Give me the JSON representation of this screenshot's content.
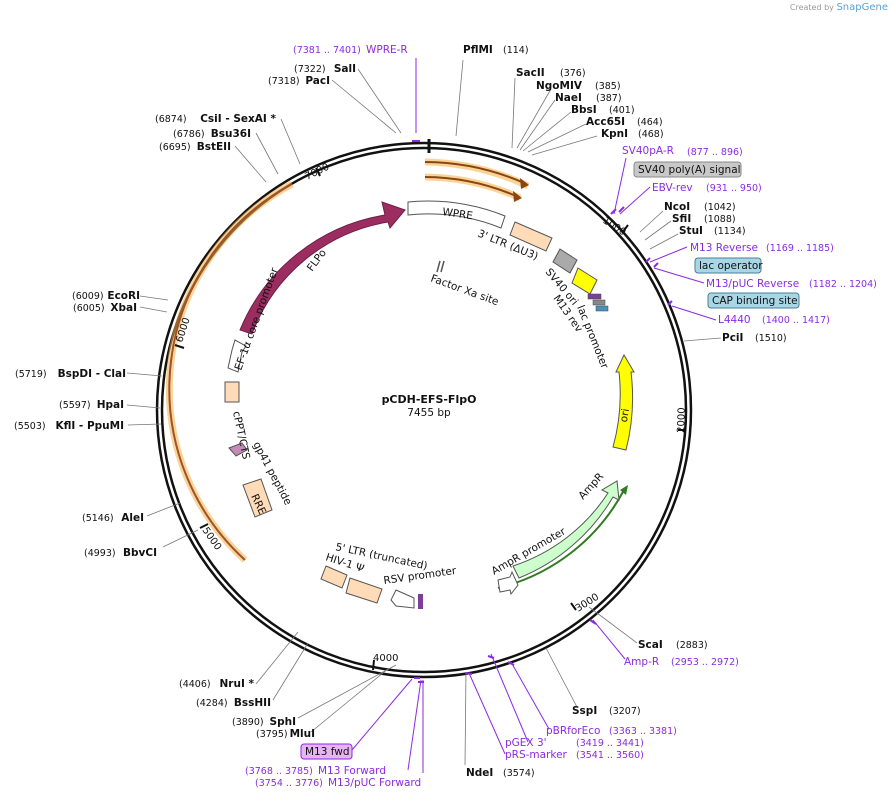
{
  "watermark": {
    "created_by": "Created by",
    "brand": "SnapGene"
  },
  "plasmid": {
    "name": "pCDH-EFS-FlpO",
    "size": "7455 bp"
  },
  "ticks": [
    "1000",
    "2000",
    "3000",
    "4000",
    "5000",
    "6000",
    "7000"
  ],
  "enzymes": [
    {
      "name": "PflMI",
      "pos": "(114)"
    },
    {
      "name": "SacII",
      "pos": "(376)"
    },
    {
      "name": "NgoMIV",
      "pos": "(385)"
    },
    {
      "name": "NaeI",
      "pos": "(387)"
    },
    {
      "name": "BbsI",
      "pos": "(401)"
    },
    {
      "name": "Acc65I",
      "pos": "(464)"
    },
    {
      "name": "KpnI",
      "pos": "(468)"
    },
    {
      "name": "NcoI",
      "pos": "(1042)"
    },
    {
      "name": "SfiI",
      "pos": "(1088)"
    },
    {
      "name": "StuI",
      "pos": "(1134)"
    },
    {
      "name": "PciI",
      "pos": "(1510)"
    },
    {
      "name": "ScaI",
      "pos": "(2883)"
    },
    {
      "name": "SspI",
      "pos": "(3207)"
    },
    {
      "name": "NdeI",
      "pos": "(3574)"
    },
    {
      "name": "MluI",
      "pos": "(3795)"
    },
    {
      "name": "SphI",
      "pos": "(3890)"
    },
    {
      "name": "BssHII",
      "pos": "(4284)"
    },
    {
      "name": "NruI *",
      "pos": "(4406)"
    },
    {
      "name": "BbvCI",
      "pos": "(4993)"
    },
    {
      "name": "AleI",
      "pos": "(5146)"
    },
    {
      "name": "KflI  - PpuMI",
      "pos": "(5503)"
    },
    {
      "name": "HpaI",
      "pos": "(5597)"
    },
    {
      "name": "BspDI  - ClaI",
      "pos": "(5719)"
    },
    {
      "name": "XbaI",
      "pos": "(6005)"
    },
    {
      "name": "EcoRI",
      "pos": "(6009)"
    },
    {
      "name": "BstEII",
      "pos": "(6695)"
    },
    {
      "name": "Bsu36I",
      "pos": "(6786)"
    },
    {
      "name": "CsiI  - SexAI *",
      "pos": "(6874)"
    },
    {
      "name": "PacI",
      "pos": "(7318)"
    },
    {
      "name": "SalI",
      "pos": "(7322)"
    }
  ],
  "primers": [
    {
      "name": "WPRE-R",
      "pos": "(7381 .. 7401)"
    },
    {
      "name": "SV40pA-R",
      "pos": "(877 .. 896)"
    },
    {
      "name": "EBV-rev",
      "pos": "(931 .. 950)"
    },
    {
      "name": "M13 Reverse",
      "pos": "(1169 .. 1185)"
    },
    {
      "name": "M13/pUC Reverse",
      "pos": "(1182 .. 1204)"
    },
    {
      "name": "L4440",
      "pos": "(1400 .. 1417)"
    },
    {
      "name": "Amp-R",
      "pos": "(2953 .. 2972)"
    },
    {
      "name": "pBRforEco",
      "pos": "(3363 .. 3381)"
    },
    {
      "name": "pGEX 3'",
      "pos": "(3419 .. 3441)"
    },
    {
      "name": "pRS-marker",
      "pos": "(3541 .. 3560)"
    },
    {
      "name": "M13 fwd",
      "pos": ""
    },
    {
      "name": "M13 Forward",
      "pos": "(3768 .. 3785)"
    },
    {
      "name": "M13/pUC Forward",
      "pos": "(3754 .. 3776)"
    }
  ],
  "features": {
    "sv40_polya": "SV40 poly(A) signal",
    "lac_operator": "lac operator",
    "cap_binding": "CAP binding site",
    "wpre": "WPRE",
    "ltr3": "3' LTR (ΔU3)",
    "sv40_ori": "SV40 ori",
    "m13_rev": "M13 rev",
    "lac_promoter": "lac promoter",
    "factor_xa": "Factor Xa site",
    "ori": "ori",
    "ampr": "AmpR",
    "ampr_promoter": "AmpR promoter",
    "rsv_promoter": "RSV promoter",
    "ltr5": "5' LTR (truncated)",
    "hiv_psi": "HIV-1 Ψ",
    "rre": "RRE",
    "gp41": "gp41 peptide",
    "cppt": "cPPT/CTS",
    "ef1a": "EF-1α core promoter",
    "flpo": "FLPo"
  },
  "colors": {
    "primer": "#8a2be2",
    "flpo": "#9b2d61",
    "ori": "#ffff00",
    "ampr": "#ccffcc",
    "ltr": "#ffdbb8",
    "orange_arc": "#f5b041",
    "lac_box": "#a9d6e5"
  }
}
